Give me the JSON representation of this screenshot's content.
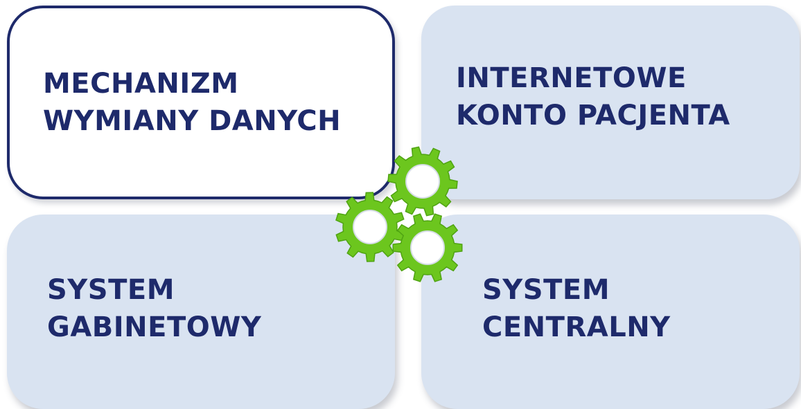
{
  "boxes": {
    "top_left": {
      "line1": "MECHANIZM",
      "line2": "WYMIANY DANYCH"
    },
    "top_right": {
      "line1": "INTERNETOWE",
      "line2": "KONTO PACJENTA"
    },
    "bottom_left": {
      "line1": "SYSTEM",
      "line2": "GABINETOWY"
    },
    "bottom_right": {
      "line1": "SYSTEM",
      "line2": "CENTRALNY"
    }
  },
  "colors": {
    "text": "#1e2a6b",
    "box_fill": "#d9e3f1",
    "active_border": "#1e2a6b",
    "gear_green": "#6cc61e"
  },
  "icons": [
    "gear-icon",
    "gear-icon",
    "gear-icon"
  ]
}
